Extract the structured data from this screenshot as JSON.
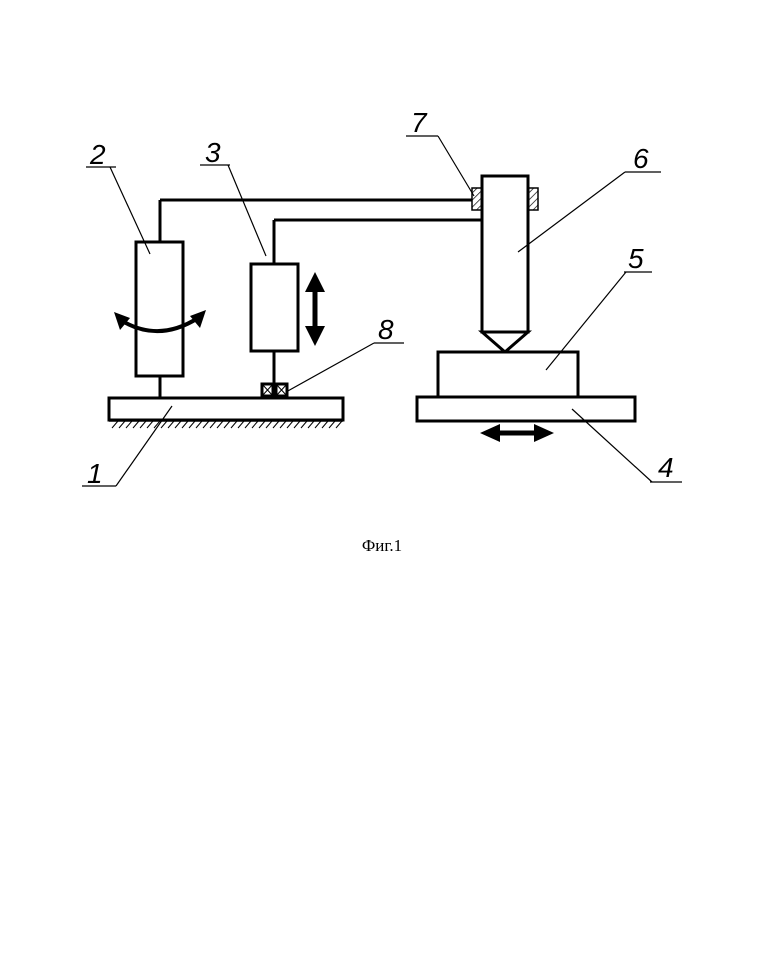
{
  "labels": {
    "n1": "1",
    "n2": "2",
    "n3": "3",
    "n4": "4",
    "n5": "5",
    "n6": "6",
    "n7": "7",
    "n8": "8"
  },
  "caption": "Фиг.1",
  "colors": {
    "ink": "#000000",
    "paper": "#ffffff"
  }
}
